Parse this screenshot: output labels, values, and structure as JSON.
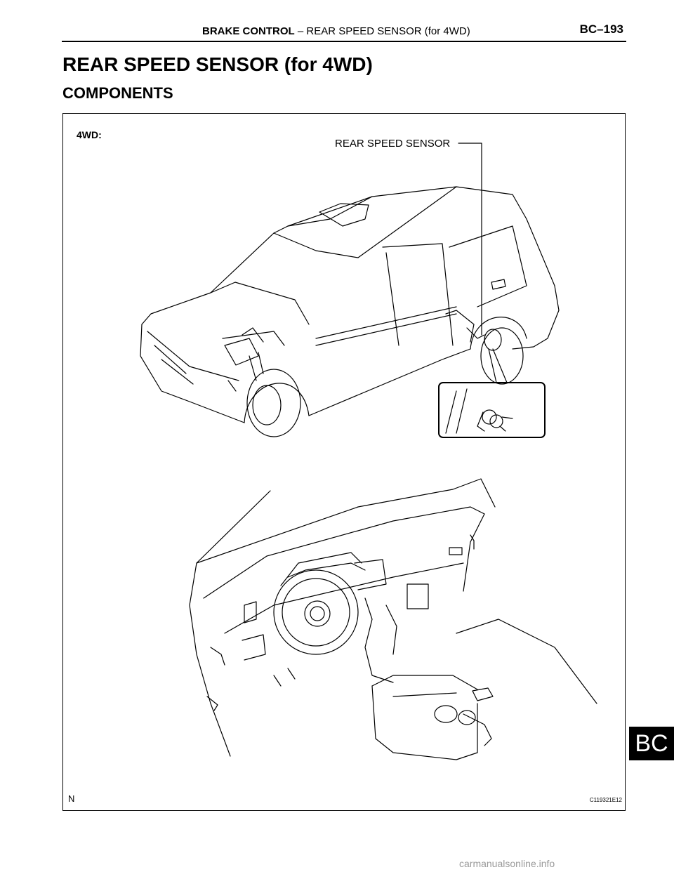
{
  "header": {
    "section": "BRAKE CONTROL",
    "separator": " – ",
    "subsection": "REAR SPEED SENSOR (for 4WD)",
    "page_number": "BC–193"
  },
  "page_title": "REAR SPEED SENSOR (for 4WD)",
  "section_title": "COMPONENTS",
  "figure": {
    "variant_label": "4WD:",
    "callout_label": "REAR SPEED SENSOR",
    "orientation_mark": "N",
    "illustration_code": "C119321E12"
  },
  "side_tab": "BC",
  "watermark": "carmanualsonline.info"
}
